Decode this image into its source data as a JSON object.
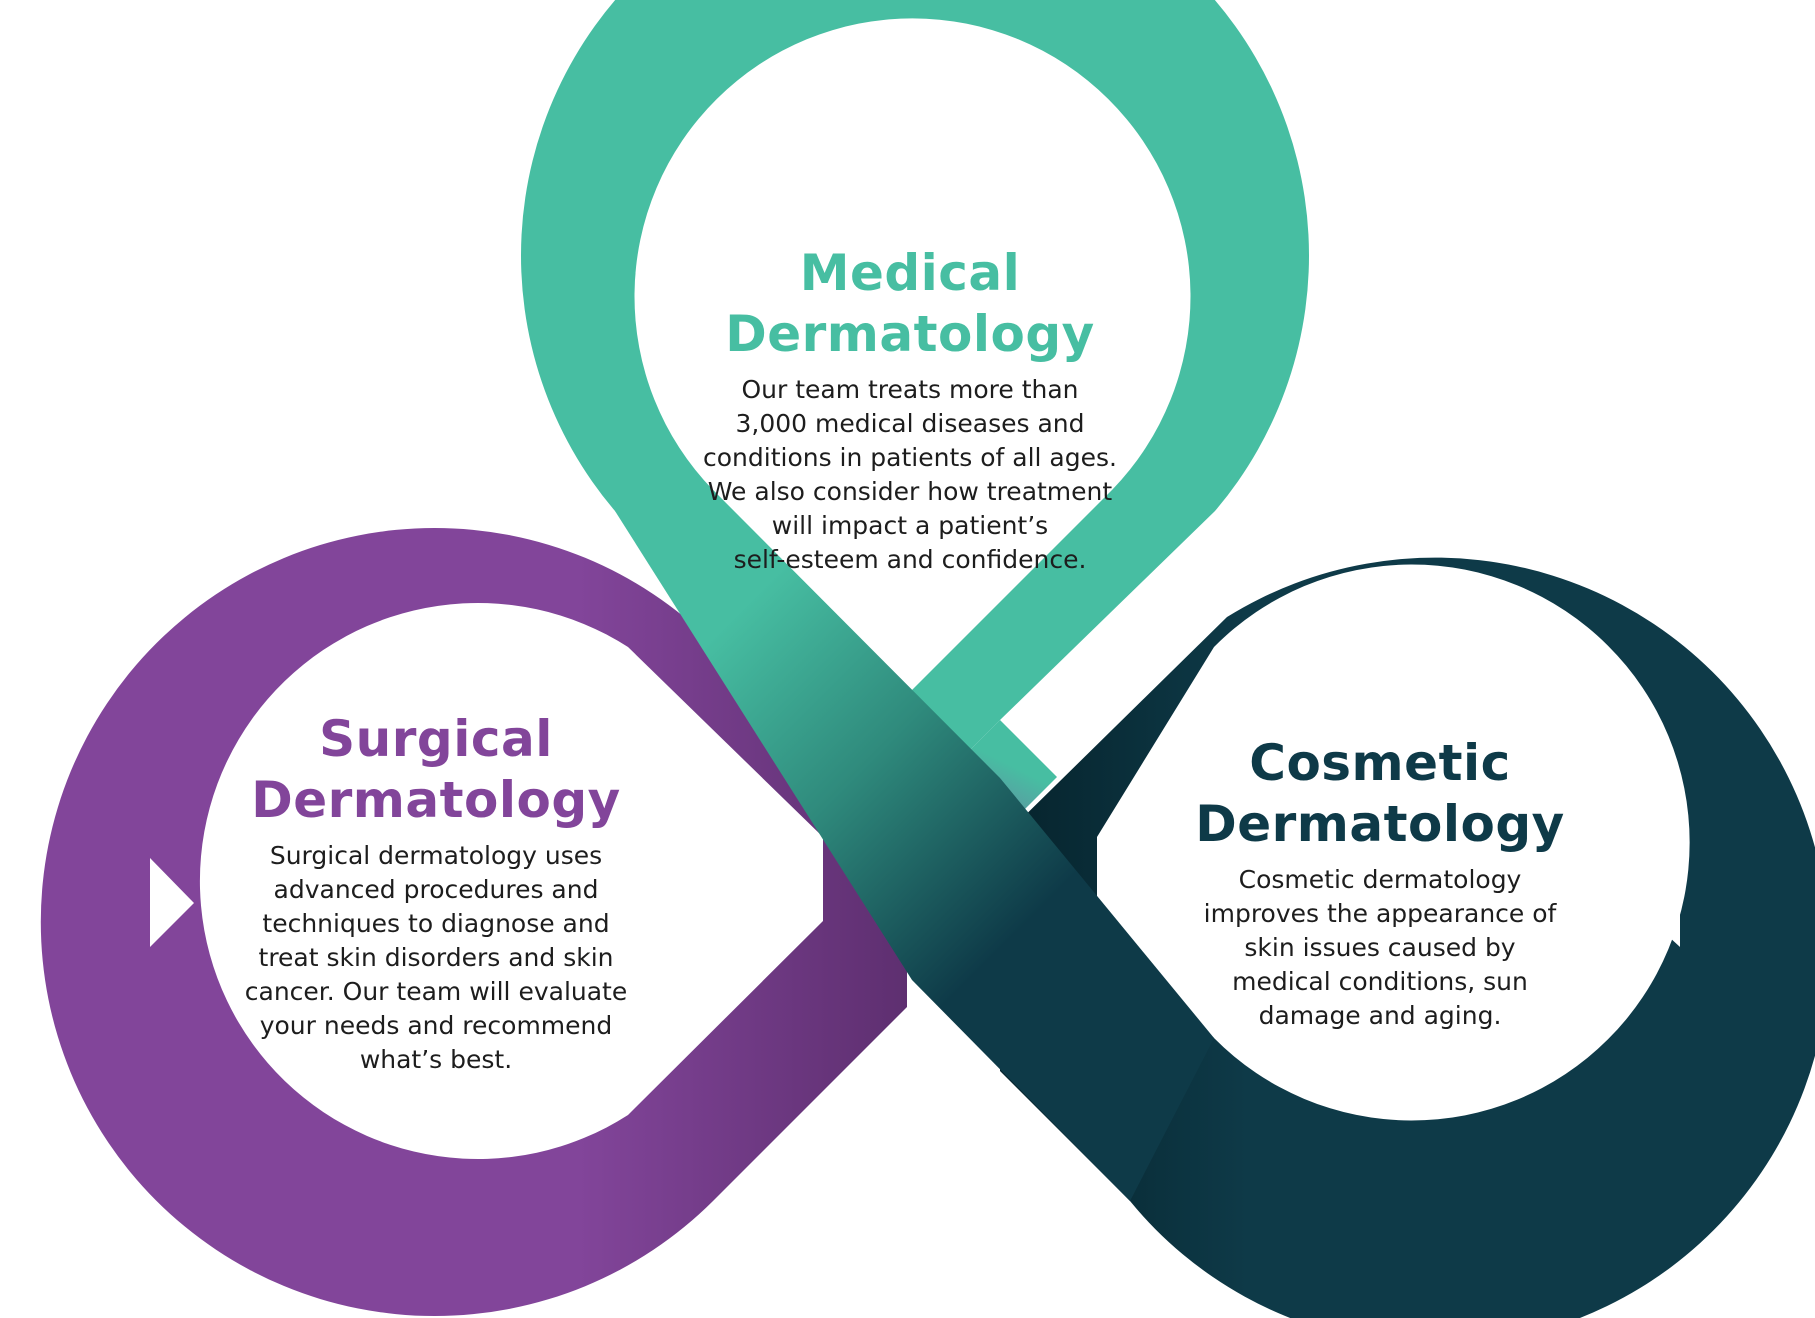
{
  "colors": {
    "medical": "#47bea2",
    "surgical": "#82459a",
    "cosmetic": "#0e3a48",
    "cosmetic_dark": "#06232c",
    "surgical_dark": "#5e2f70",
    "text": "#1d1d1d"
  },
  "sections": {
    "medical": {
      "title_line1": "Medical",
      "title_line2": "Dermatology",
      "lines": [
        "Our team treats more than",
        "3,000 medical diseases and",
        "conditions in patients of all ages.",
        "We also consider how treatment",
        "will impact a patient’s",
        "self-esteem and confidence."
      ]
    },
    "surgical": {
      "title_line1": "Surgical",
      "title_line2": "Dermatology",
      "lines": [
        "Surgical dermatology uses",
        "advanced procedures and",
        "techniques to diagnose and",
        "treat skin disorders and skin",
        "cancer. Our team will evaluate",
        "your needs and recommend",
        "what’s best."
      ]
    },
    "cosmetic": {
      "title_line1": "Cosmetic",
      "title_line2": "Dermatology",
      "lines": [
        "Cosmetic dermatology",
        "improves the appearance of",
        "skin issues caused by",
        "medical conditions, sun",
        "damage and aging."
      ]
    }
  }
}
